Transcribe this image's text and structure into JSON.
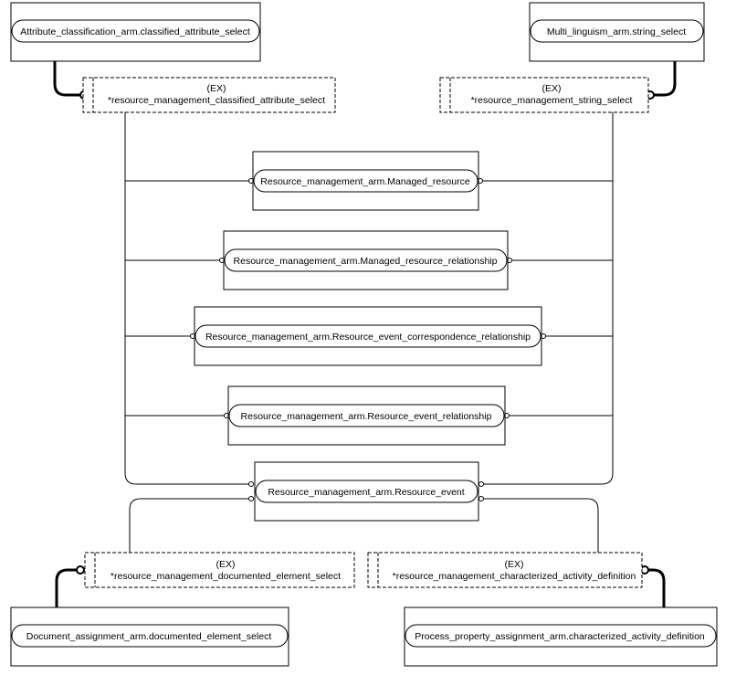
{
  "nodes": {
    "attr_select": {
      "label": "Attribute_classification_arm.classified_attribute_select"
    },
    "ml_select": {
      "label": "Multi_linguism_arm.string_select"
    },
    "ex_classified": {
      "tag": "(EX)",
      "label": "*resource_management_classified_attribute_select"
    },
    "ex_string": {
      "tag": "(EX)",
      "label": "*resource_management_string_select"
    },
    "managed_resource": {
      "label": "Resource_management_arm.Managed_resource"
    },
    "managed_resource_rel": {
      "label": "Resource_management_arm.Managed_resource_relationship"
    },
    "event_corr_rel": {
      "label": "Resource_management_arm.Resource_event_correspondence_relationship"
    },
    "event_rel": {
      "label": "Resource_management_arm.Resource_event_relationship"
    },
    "resource_event": {
      "label": "Resource_management_arm.Resource_event"
    },
    "ex_documented": {
      "tag": "(EX)",
      "label": "*resource_management_documented_element_select"
    },
    "ex_characterized": {
      "tag": "(EX)",
      "label": "*resource_management_characterized_activity_definition"
    },
    "doc_select": {
      "label": "Document_assignment_arm.documented_element_select"
    },
    "process_def": {
      "label": "Process_property_assignment_arm.characterized_activity_definition"
    }
  }
}
